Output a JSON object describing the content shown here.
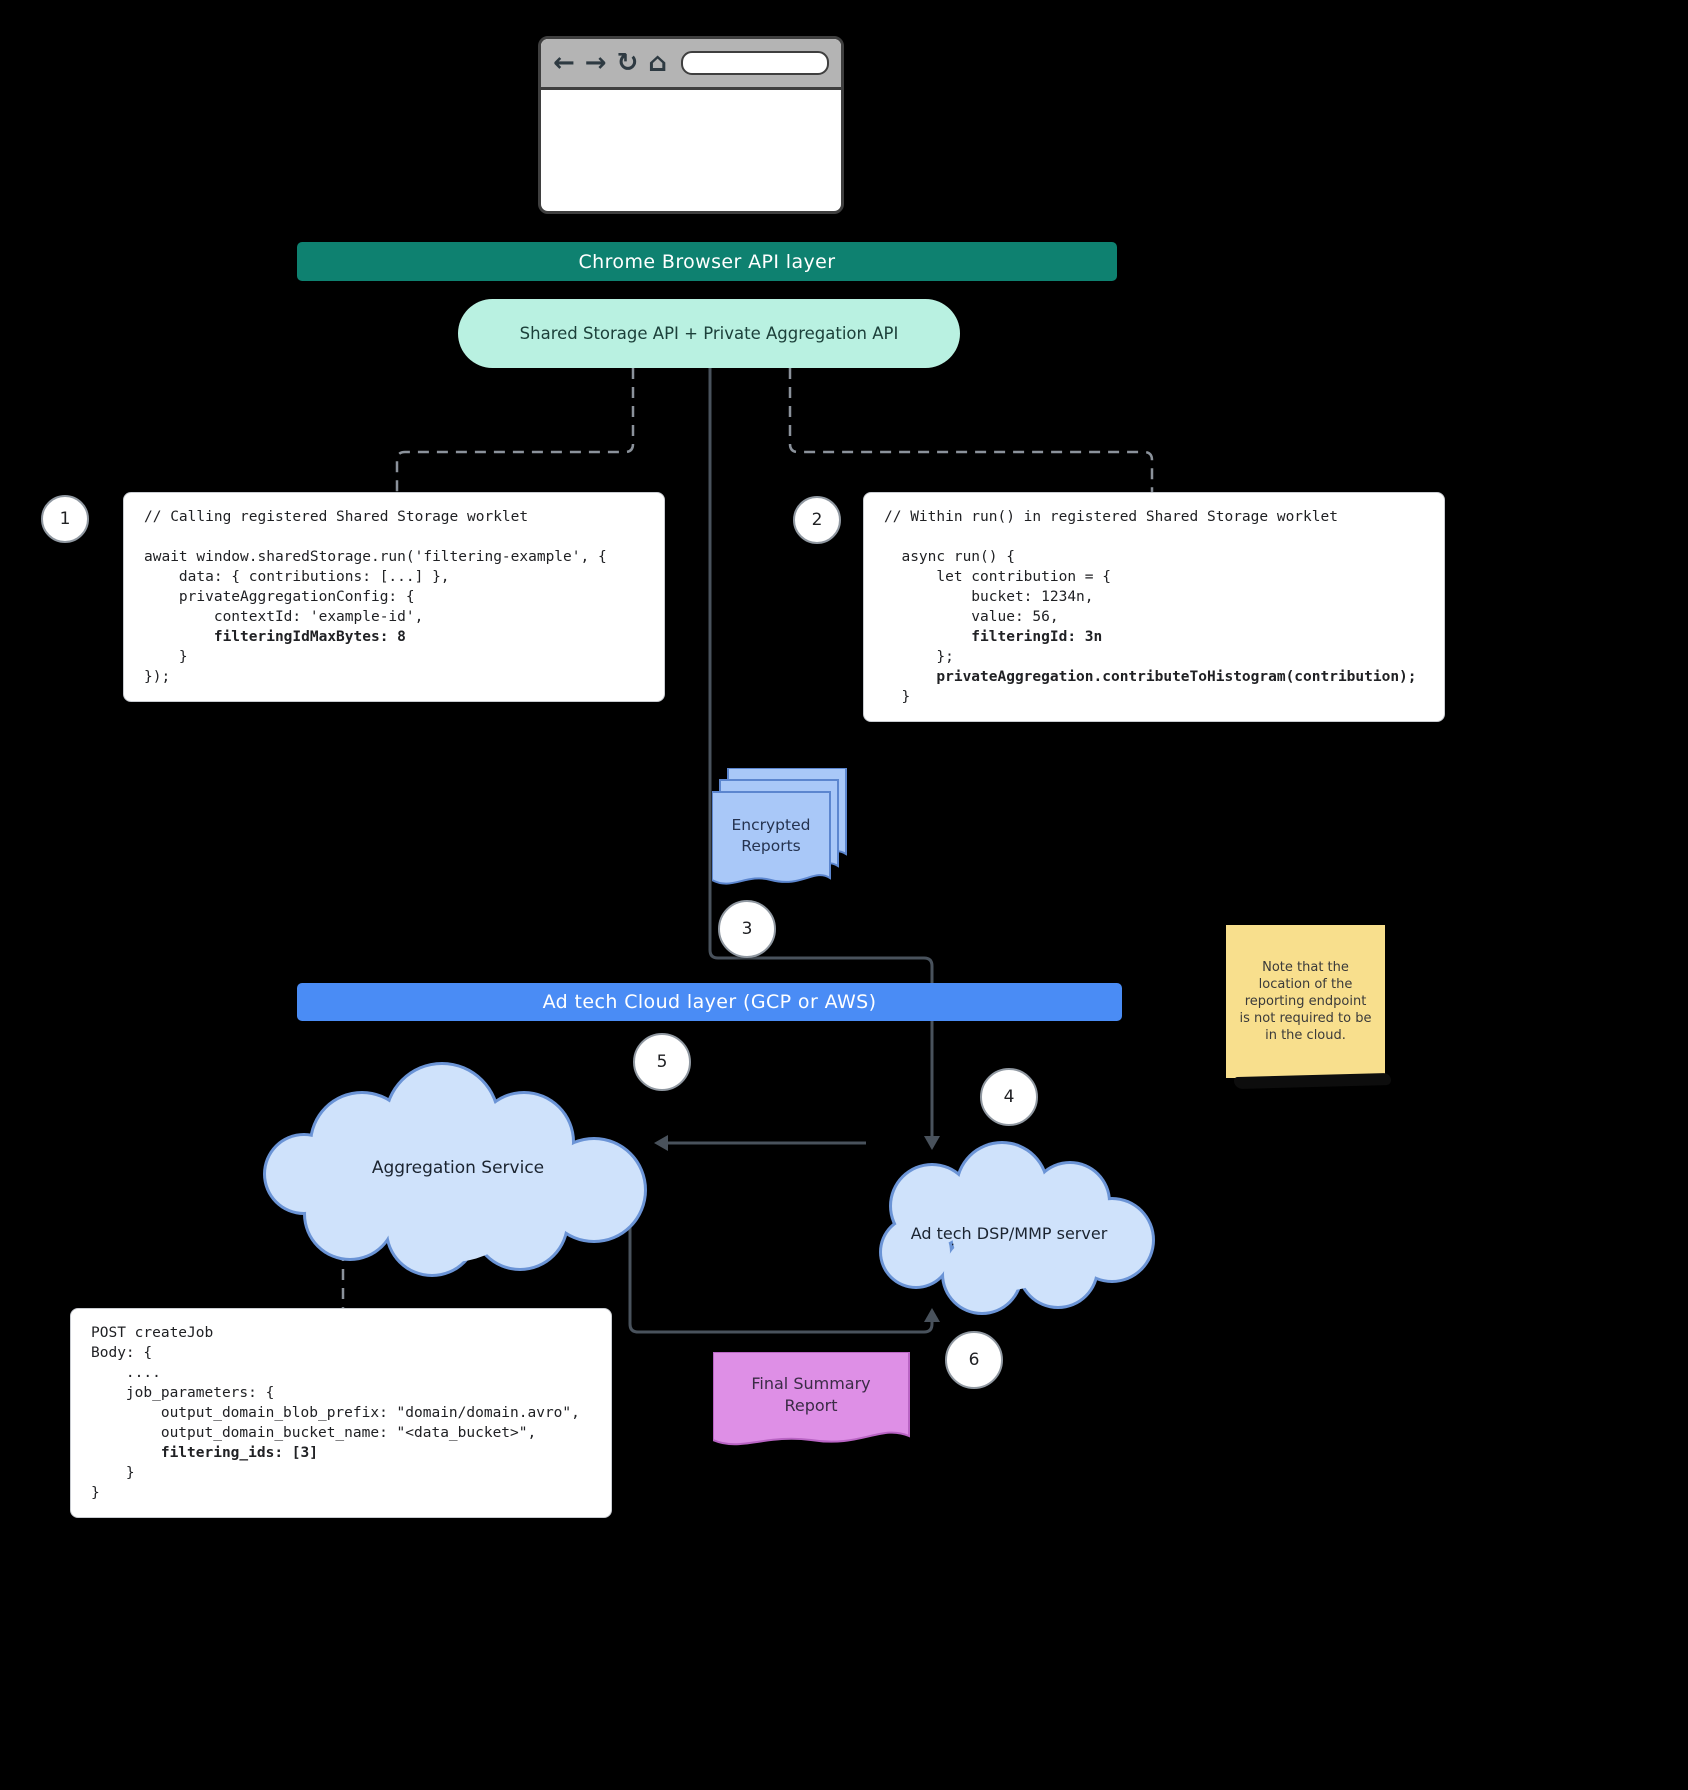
{
  "colors": {
    "teal": "#0e8170",
    "mint": "#b9f1e1",
    "mint_text": "#1c403a",
    "blue": "#4a8cf5",
    "cloud_fill": "#cfe2fb",
    "cloud_stroke": "#6b94d6",
    "doc_blue_fill": "#a9c8f8",
    "doc_blue_stroke": "#5c86cf",
    "doc_purple_fill": "#de8fe6",
    "doc_purple_stroke": "#b964c4",
    "sticky": "#f8df8d",
    "line": "#49525c",
    "dash": "#8b929b",
    "ink": "#202124"
  },
  "browser": {
    "icons": [
      {
        "name": "back-icon",
        "glyph": "←"
      },
      {
        "name": "forward-icon",
        "glyph": "→"
      },
      {
        "name": "refresh-icon",
        "glyph": "↻"
      },
      {
        "name": "home-icon",
        "glyph": "⌂"
      }
    ]
  },
  "banners": {
    "chrome": "Chrome Browser API layer",
    "cloud": "Ad tech Cloud layer (GCP or AWS)"
  },
  "api_pill": "Shared Storage API + Private Aggregation API",
  "steps": [
    "1",
    "2",
    "3",
    "4",
    "5",
    "6"
  ],
  "code": {
    "worklet_call": [
      {
        "t": "// Calling registered Shared Storage worklet"
      },
      {
        "t": ""
      },
      {
        "t": "await window.sharedStorage.run('filtering-example', {"
      },
      {
        "t": "    data: { contributions: [...] },"
      },
      {
        "t": "    privateAggregationConfig: {"
      },
      {
        "t": "        contextId: 'example-id',"
      },
      {
        "t": "        filteringIdMaxBytes: 8",
        "b": true
      },
      {
        "t": "    }"
      },
      {
        "t": "});"
      }
    ],
    "worklet_run": [
      {
        "t": "// Within run() in registered Shared Storage worklet"
      },
      {
        "t": ""
      },
      {
        "t": "  async run() {"
      },
      {
        "t": "      let contribution = {"
      },
      {
        "t": "          bucket: 1234n,"
      },
      {
        "t": "          value: 56,"
      },
      {
        "t": "          filteringId: 3n",
        "b": true
      },
      {
        "t": "      };"
      },
      {
        "t": "      privateAggregation.contributeToHistogram(contribution);",
        "b": true
      },
      {
        "t": "  }"
      }
    ],
    "create_job": [
      {
        "t": "POST createJob"
      },
      {
        "t": "Body: {"
      },
      {
        "t": "    ...."
      },
      {
        "t": "    job_parameters: {"
      },
      {
        "t": "        output_domain_blob_prefix: \"domain/domain.avro\","
      },
      {
        "t": "        output_domain_bucket_name: \"<data_bucket>\","
      },
      {
        "t": "        filtering_ids: [3]",
        "b": true
      },
      {
        "t": "    }"
      },
      {
        "t": "}"
      }
    ]
  },
  "clouds": {
    "aggregation": "Aggregation Service",
    "dsp": "Ad tech DSP/MMP server"
  },
  "docs": {
    "encrypted": "Encrypted Reports",
    "final": "Final Summary Report"
  },
  "note": "Note that the location of the reporting endpoint is not required to be in the cloud."
}
